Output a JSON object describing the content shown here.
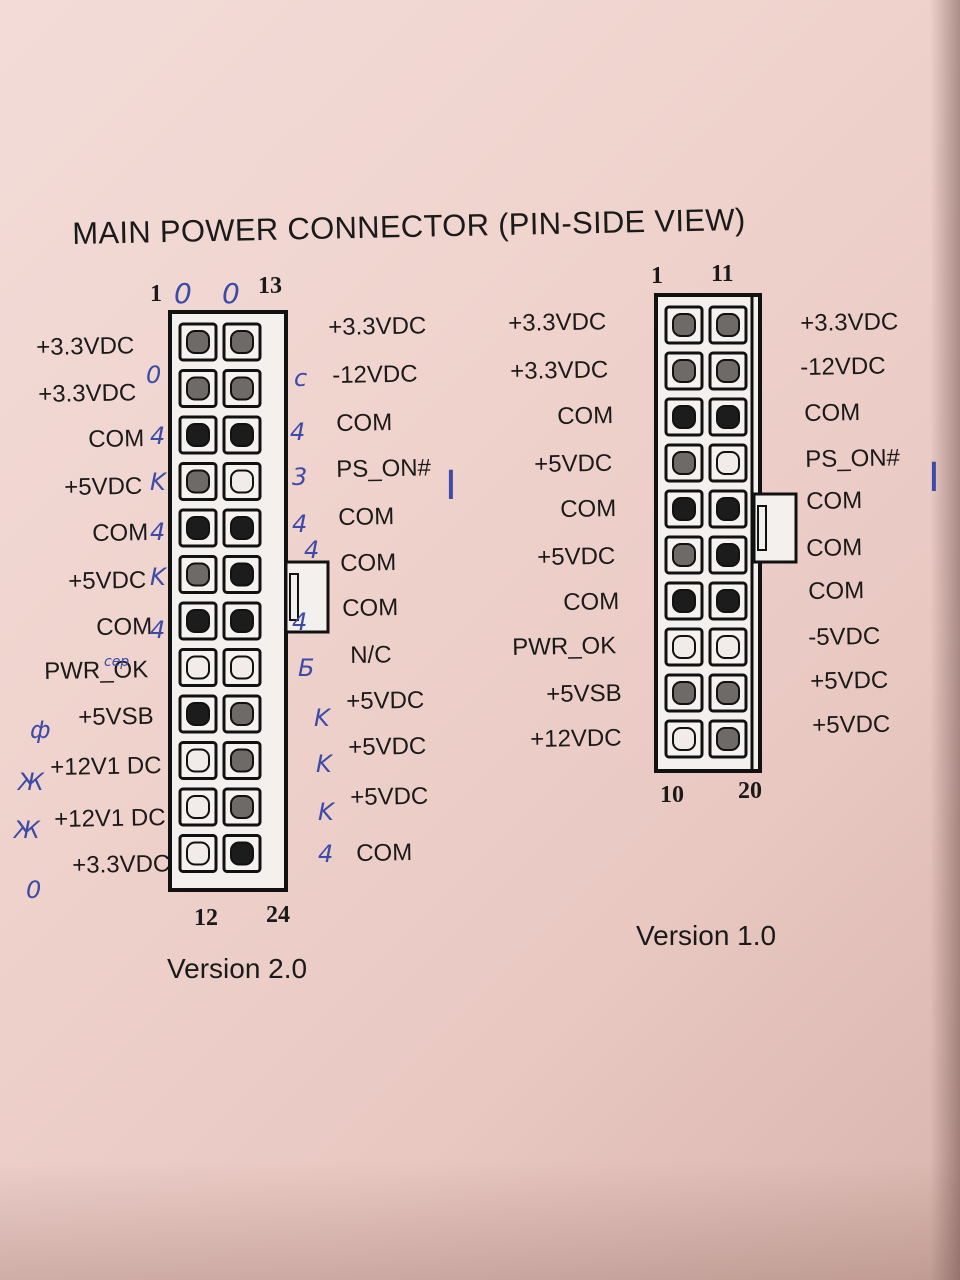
{
  "title": "MAIN POWER CONNECTOR  (PIN-SIDE VIEW)",
  "v2": {
    "version_label": "Version 2.0",
    "pin_top_left": "1",
    "pin_top_right": "13",
    "pin_bottom_left": "12",
    "pin_bottom_right": "24",
    "left_labels": [
      "+3.3VDC",
      "+3.3VDC",
      "COM",
      "+5VDC",
      "COM",
      "+5VDC",
      "COM",
      "PWR_OK",
      "+5VSB",
      "+12V1 DC",
      "+12V1 DC",
      "+3.3VDC"
    ],
    "right_labels": [
      "+3.3VDC",
      "-12VDC",
      "COM",
      "PS_ON#",
      "COM",
      "COM",
      "COM",
      "N/C",
      "+5VDC",
      "+5VDC",
      "+5VDC",
      "COM"
    ],
    "handwriting": {
      "top_marks": [
        "0",
        "0"
      ],
      "left_marks": [
        "0",
        "4",
        "K",
        "4",
        "K",
        "4",
        "ф",
        "Ж",
        "Ж",
        "0"
      ],
      "pwr_ok_mark": "cep",
      "right_marks": [
        "c",
        "4",
        "3",
        "4",
        "4",
        "4",
        "Б",
        "K",
        "K",
        "K",
        "4"
      ],
      "ps_on_mark": "I"
    }
  },
  "v1": {
    "version_label": "Version 1.0",
    "pin_top_left": "1",
    "pin_top_right": "11",
    "pin_bottom_left": "10",
    "pin_bottom_right": "20",
    "left_labels": [
      "+3.3VDC",
      "+3.3VDC",
      "COM",
      "+5VDC",
      "COM",
      "+5VDC",
      "COM",
      "PWR_OK",
      "+5VSB",
      "+12VDC"
    ],
    "right_labels": [
      "+3.3VDC",
      "-12VDC",
      "COM",
      "PS_ON#",
      "COM",
      "COM",
      "COM",
      "-5VDC",
      "+5VDC",
      "+5VDC"
    ],
    "handwriting": {
      "ps_on_mark": "I"
    }
  }
}
